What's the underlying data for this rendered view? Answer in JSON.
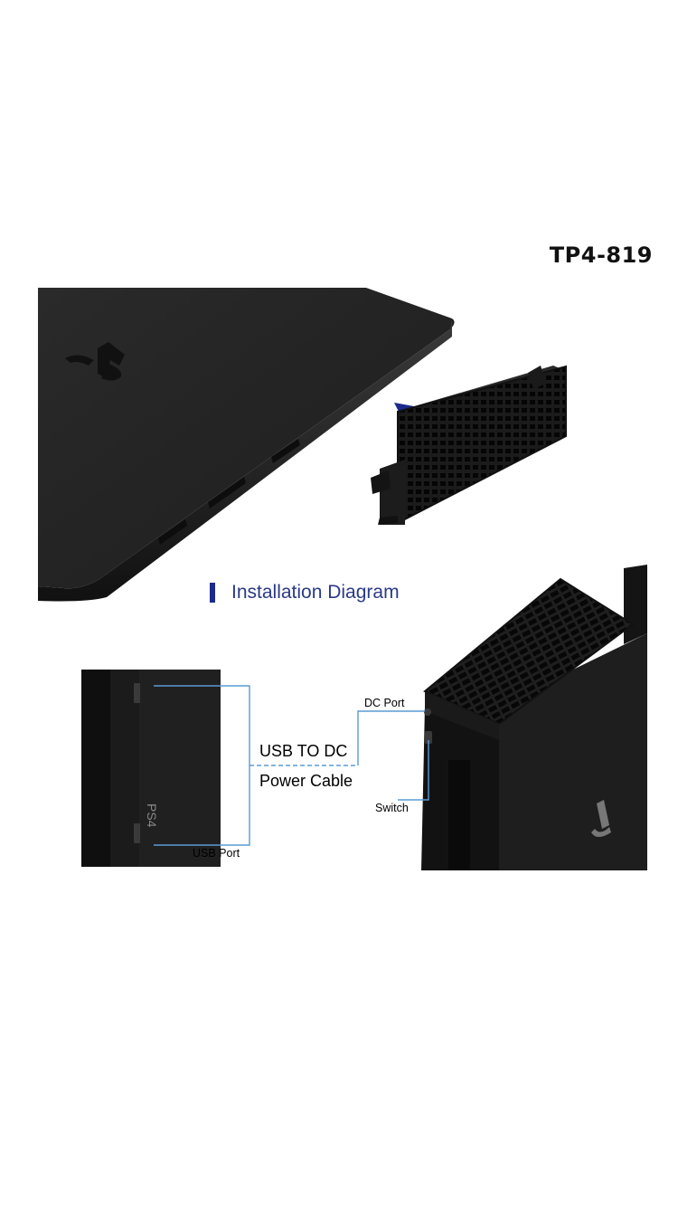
{
  "product": {
    "model_code": "TP4-819"
  },
  "diagram": {
    "title": "Installation Diagram",
    "labels": {
      "cable_line1": "USB TO DC",
      "cable_line2": "Power Cable",
      "dc_port": "DC Port",
      "switch": "Switch",
      "usb_port": "USB Port",
      "console_side_text": "PS4"
    },
    "colors": {
      "console": "#222222",
      "console_edge": "#151515",
      "accent_blue": "#1c2a8a",
      "callout_line": "#5a9bd4",
      "label_text": "#1e2e6a"
    }
  }
}
